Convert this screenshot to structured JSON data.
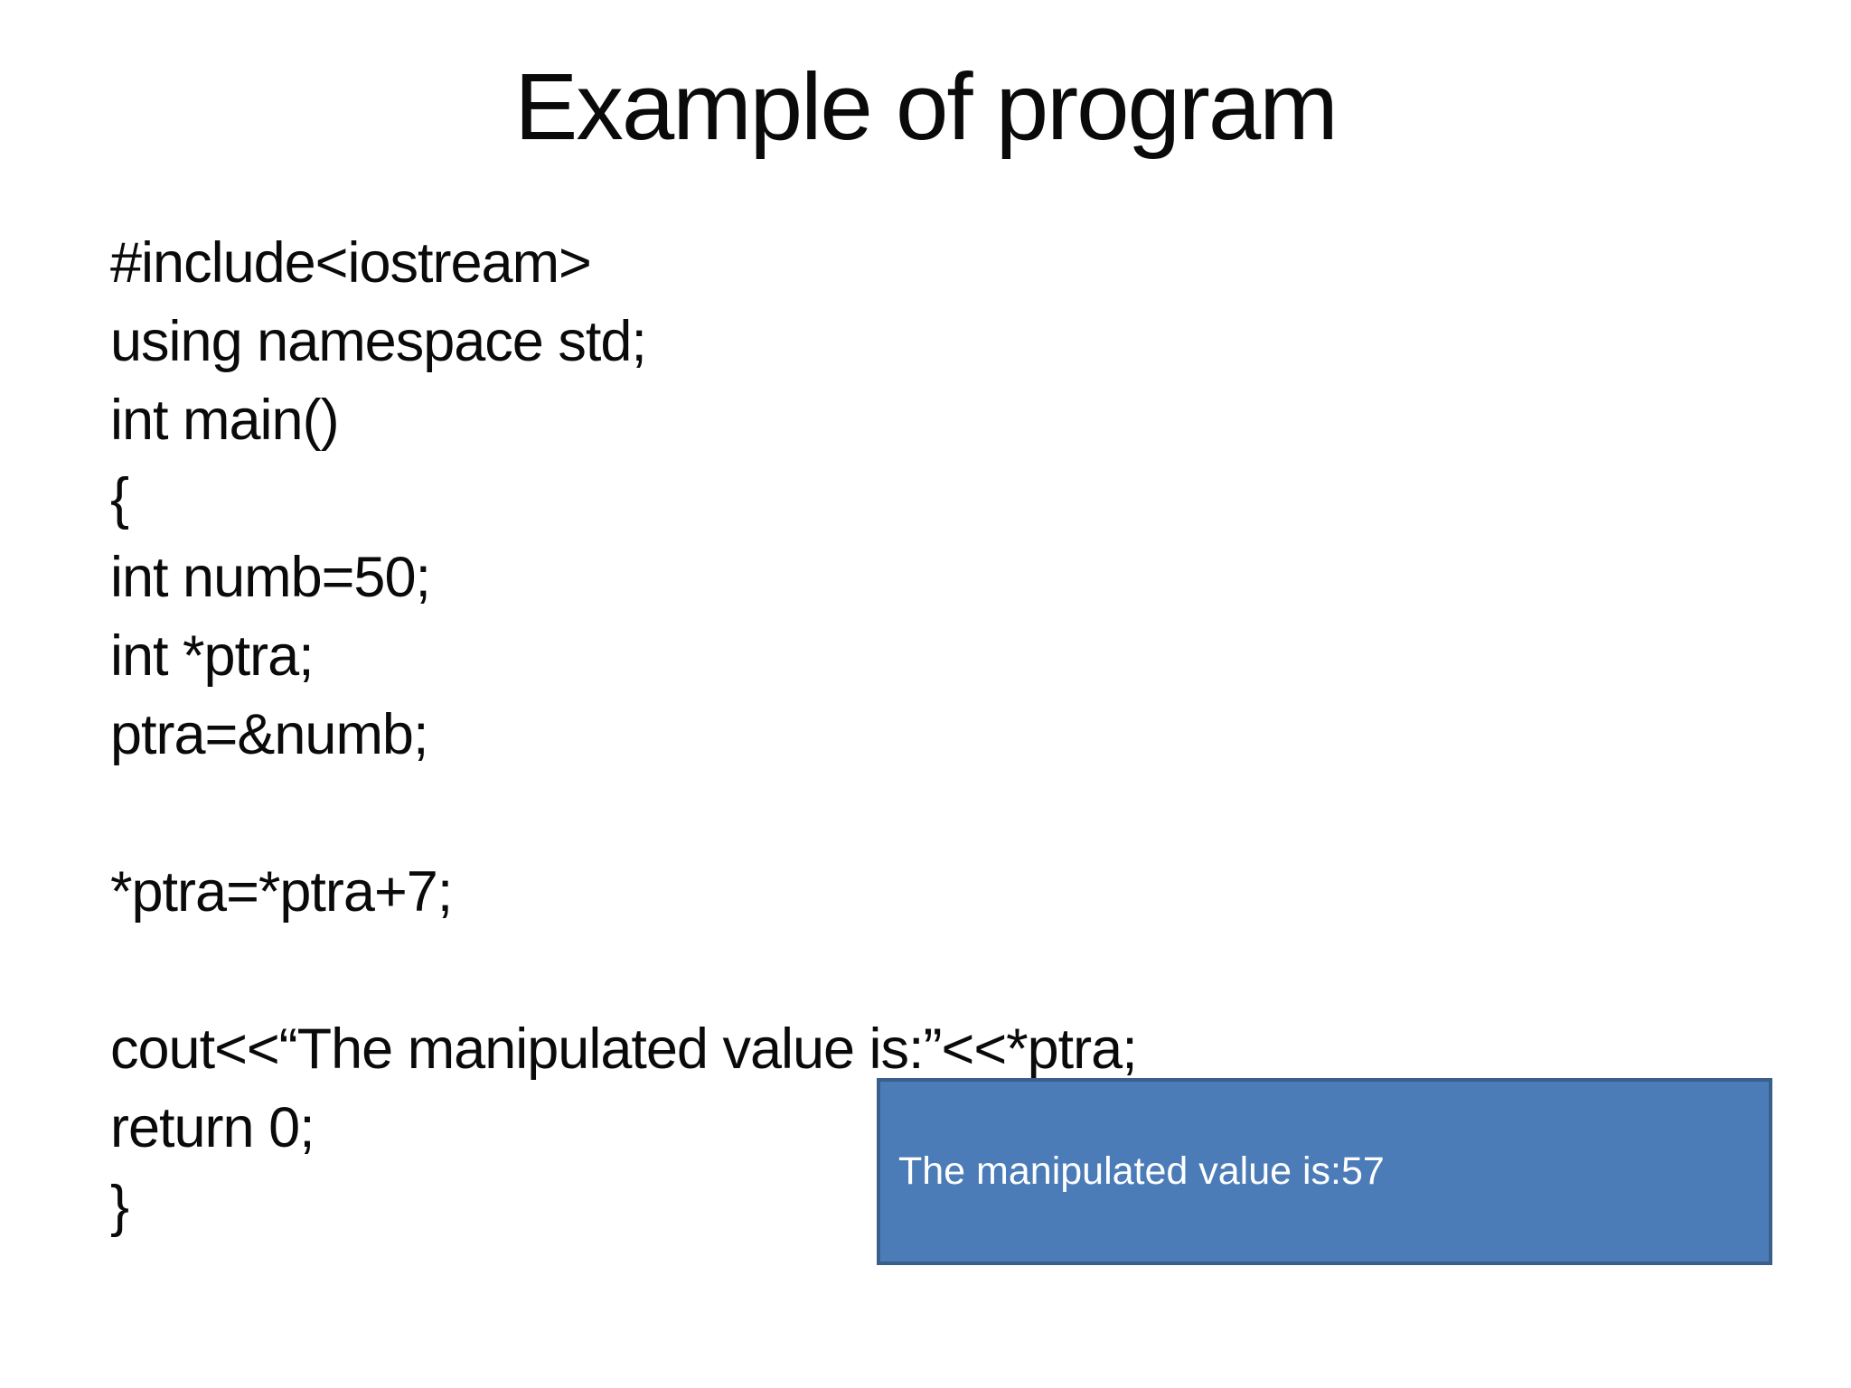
{
  "slide": {
    "title": "Example of program",
    "code": {
      "lines": [
        "#include<iostream>",
        "using namespace std;",
        "int main()",
        "{",
        "int numb=50;",
        "int *ptra;",
        "ptra=&numb;",
        "",
        "*ptra=*ptra+7;",
        "",
        "cout<<“The manipulated value is:”<<*ptra;",
        "return 0;",
        "}"
      ]
    },
    "output_box": {
      "text": "The manipulated value is:57",
      "fill_color": "#4B7CB8",
      "border_color": "#3A5F8A",
      "text_color": "#FFFFFF"
    },
    "colors": {
      "background": "#FFFFFF",
      "code_text": "#0A0A0A"
    }
  }
}
